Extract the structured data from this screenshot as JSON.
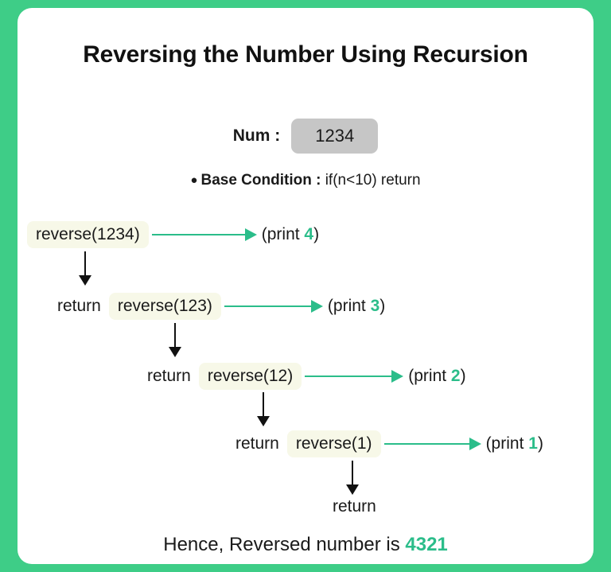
{
  "theme": {
    "frame_color": "#3ecd87",
    "card_bg": "#ffffff",
    "accent_green": "#2bbd8a",
    "call_box_bg": "#f7f8e8",
    "num_box_bg": "#c6c6c6",
    "text_color": "#1a1a1a"
  },
  "title": "Reversing the Number Using Recursion",
  "num": {
    "label": "Num  :",
    "value": "1234"
  },
  "base_condition": {
    "bullet": "●",
    "strong": "Base Condition :",
    "rest": "if(n<10) return"
  },
  "return_word": "return",
  "steps": [
    {
      "call": "reverse(1234)",
      "print_prefix": "(print ",
      "print_value": "4",
      "print_suffix": ")"
    },
    {
      "call": "reverse(123)",
      "print_prefix": "(print ",
      "print_value": "3",
      "print_suffix": ")"
    },
    {
      "call": "reverse(12)",
      "print_prefix": "(print ",
      "print_value": "2",
      "print_suffix": ")"
    },
    {
      "call": "reverse(1)",
      "print_prefix": "(print ",
      "print_value": "1",
      "print_suffix": ")"
    }
  ],
  "final_return": "return",
  "result": {
    "text": "Hence, Reversed number is ",
    "value": "4321"
  }
}
